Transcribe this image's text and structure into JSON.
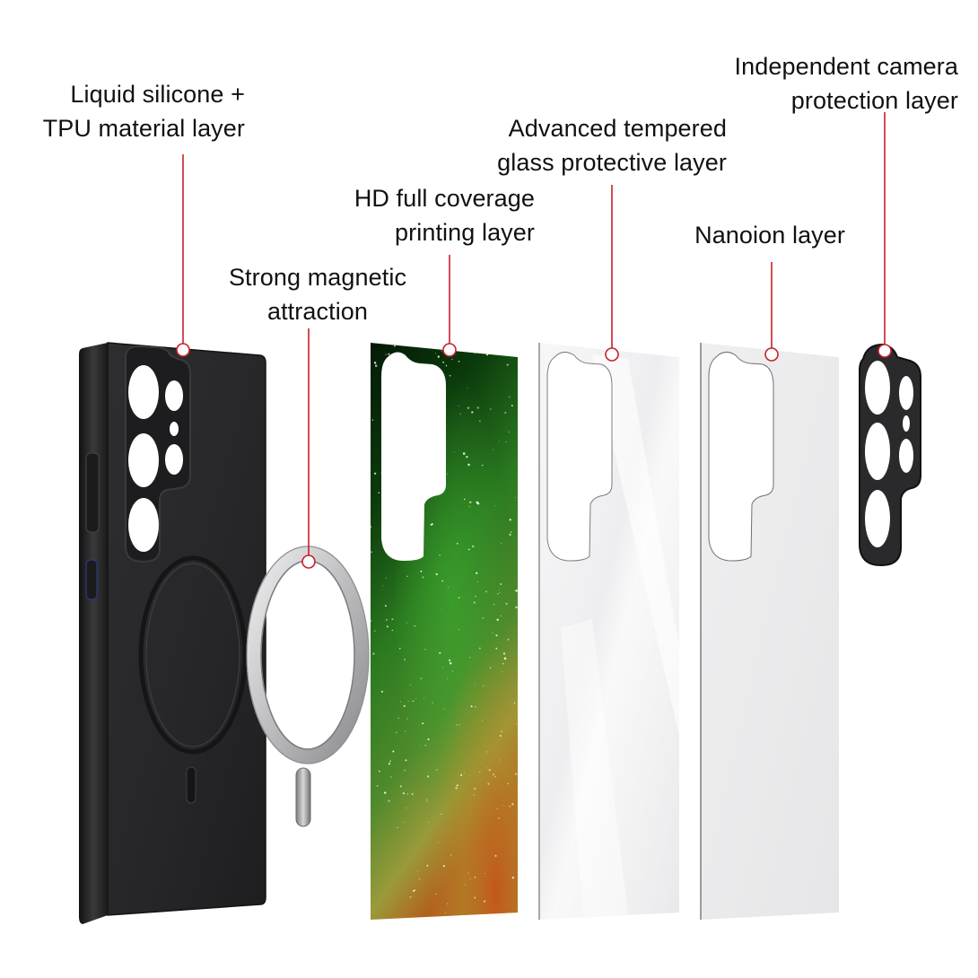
{
  "diagram": {
    "title": "Exploded view of magnetic phone case layers",
    "colors": {
      "leader_line": "#c8202c",
      "case_body": "#2b2b2d",
      "case_edge": "#161617",
      "ring_metal": "#c9c9cc",
      "print_top": "#062208",
      "print_mid": "#2d7a22",
      "print_bottom": "#c45e18",
      "glass": "#f2f2f4",
      "nano": "#ebebed",
      "lens_cover": "#2a2a2c"
    },
    "callouts": [
      {
        "id": "silicone-tpu",
        "lines": [
          "Liquid silicone +",
          "TPU material layer"
        ],
        "target": "phone-case"
      },
      {
        "id": "magnetic",
        "lines": [
          "Strong magnetic",
          "attraction"
        ],
        "target": "magnetic-ring"
      },
      {
        "id": "printing",
        "lines": [
          "HD full coverage",
          "printing layer"
        ],
        "target": "printed-layer"
      },
      {
        "id": "tempered-glass",
        "lines": [
          "Advanced tempered",
          "glass protective layer"
        ],
        "target": "glass-layer"
      },
      {
        "id": "nanoion",
        "lines": [
          "Nanoion layer"
        ],
        "target": "nanoion-layer"
      },
      {
        "id": "camera",
        "lines": [
          "Independent camera",
          "protection layer"
        ],
        "target": "camera-cover"
      }
    ],
    "components": [
      {
        "id": "phone-case",
        "name": "Black phone case with camera cutouts"
      },
      {
        "id": "magnetic-ring",
        "name": "Silver magnetic ring with alignment tab"
      },
      {
        "id": "printed-layer",
        "name": "Green-to-orange galaxy printed layer"
      },
      {
        "id": "glass-layer",
        "name": "Clear tempered glass layer"
      },
      {
        "id": "nanoion-layer",
        "name": "Frosted nanoion layer"
      },
      {
        "id": "camera-cover",
        "name": "Black camera lens protector"
      }
    ]
  }
}
